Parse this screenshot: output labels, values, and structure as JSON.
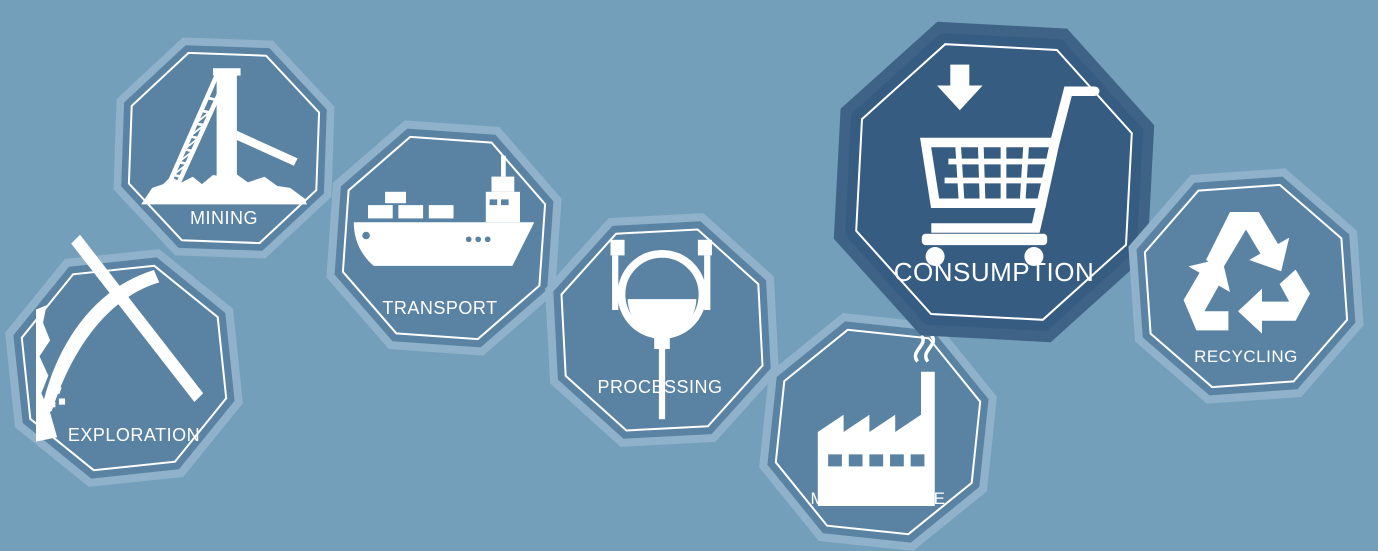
{
  "diagram": {
    "stages": [
      {
        "id": "exploration",
        "label": "EXPLORATION",
        "icon": "pickaxe-icon",
        "highlight": false
      },
      {
        "id": "mining",
        "label": "MINING",
        "icon": "mine-headframe-icon",
        "highlight": false
      },
      {
        "id": "transport",
        "label": "TRANSPORT",
        "icon": "cargo-ship-icon",
        "highlight": false
      },
      {
        "id": "processing",
        "label": "PROCESSING",
        "icon": "smelting-ladle-icon",
        "highlight": false
      },
      {
        "id": "manufacture",
        "label": "MANUFACTURE",
        "icon": "factory-icon",
        "highlight": false
      },
      {
        "id": "consumption",
        "label": "CONSUMPTION",
        "icon": "shopping-cart-icon",
        "highlight": true
      },
      {
        "id": "recycling",
        "label": "RECYCLING",
        "icon": "recycle-icon",
        "highlight": false
      }
    ]
  },
  "colors": {
    "background": "#739fbb",
    "badge_outer": "#8fb2ca",
    "badge_fill": "#5a83a3",
    "badge_highlight_outer": "#3f6386",
    "badge_highlight_fill": "#365c81",
    "outline": "#ffffff"
  }
}
